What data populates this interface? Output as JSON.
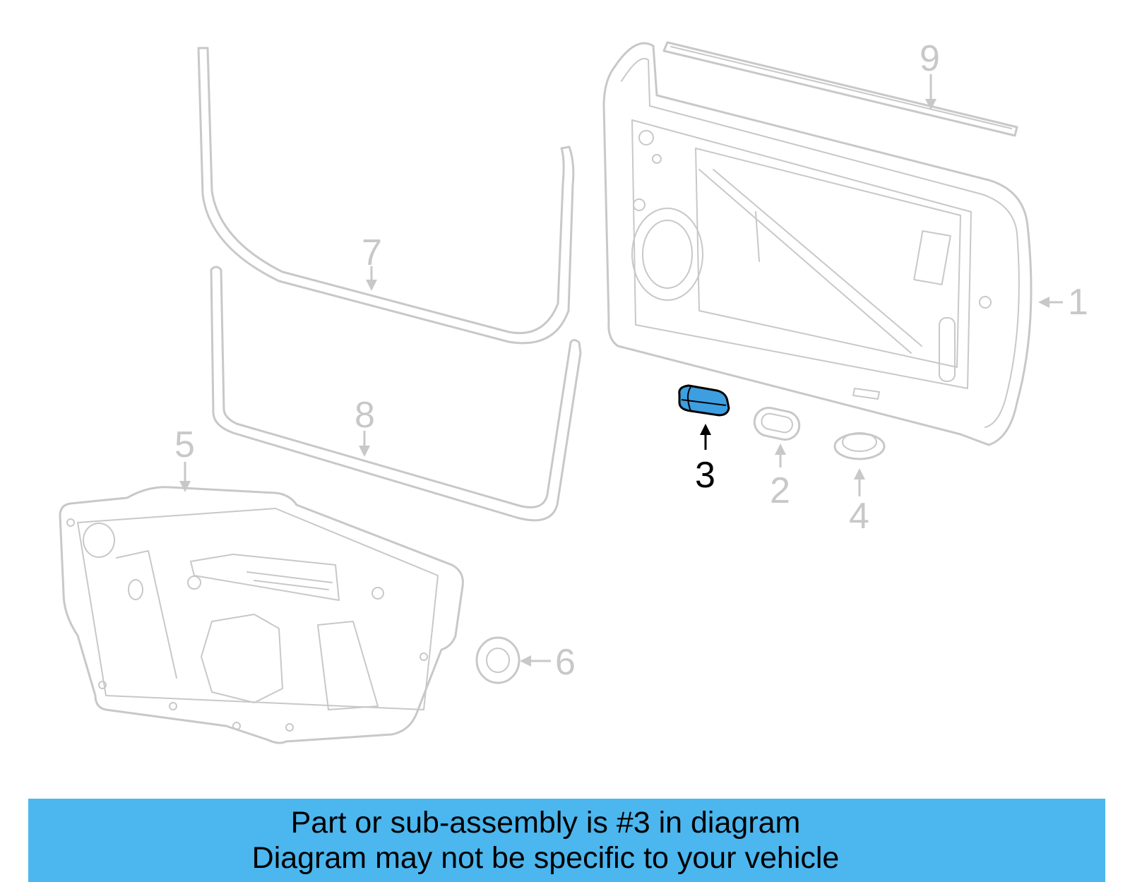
{
  "banner": {
    "line1": "Part or sub-assembly is #3 in diagram",
    "line2": "Diagram may not be specific to your vehicle"
  },
  "callouts": [
    {
      "id": "1",
      "label": "1"
    },
    {
      "id": "2",
      "label": "2"
    },
    {
      "id": "3",
      "label": "3",
      "highlighted": true
    },
    {
      "id": "4",
      "label": "4"
    },
    {
      "id": "5",
      "label": "5"
    },
    {
      "id": "6",
      "label": "6"
    },
    {
      "id": "7",
      "label": "7"
    },
    {
      "id": "8",
      "label": "8"
    },
    {
      "id": "9",
      "label": "9"
    }
  ],
  "colors": {
    "highlight_part": "#3d9fe0",
    "banner_bg": "#4cb6ee",
    "line_gray": "#c8c8c8"
  }
}
